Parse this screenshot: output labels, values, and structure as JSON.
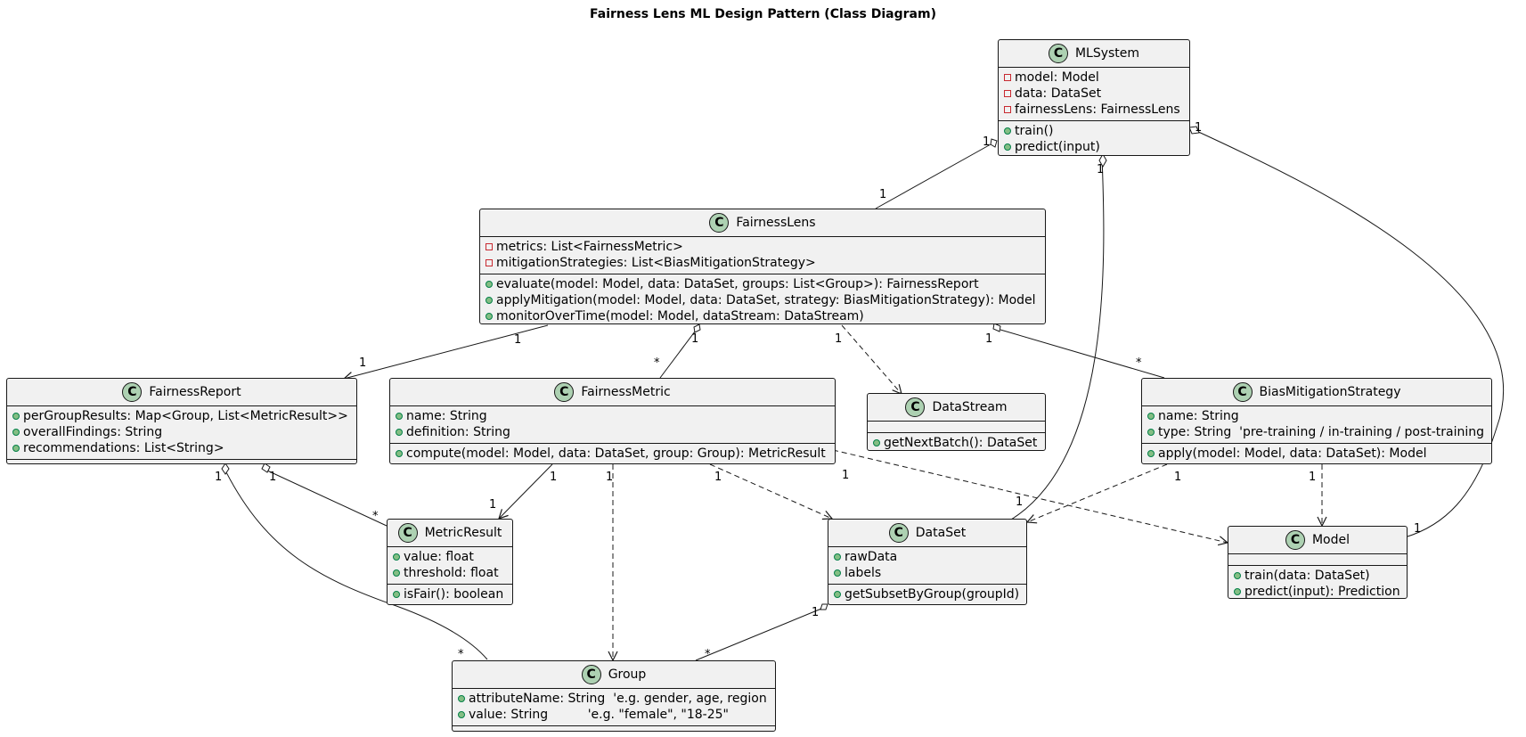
{
  "title": "Fairness Lens ML Design Pattern (Class Diagram)",
  "classes": {
    "mlsystem": {
      "name": "MLSystem",
      "attributes": [
        {
          "vis": "priv",
          "text": "model: Model"
        },
        {
          "vis": "priv",
          "text": "data: DataSet"
        },
        {
          "vis": "priv",
          "text": "fairnessLens: FairnessLens"
        }
      ],
      "methods": [
        {
          "vis": "pub",
          "text": "train()"
        },
        {
          "vis": "pub",
          "text": "predict(input)"
        }
      ]
    },
    "fairnesslens": {
      "name": "FairnessLens",
      "attributes": [
        {
          "vis": "priv",
          "text": "metrics: List<FairnessMetric>"
        },
        {
          "vis": "priv",
          "text": "mitigationStrategies: List<BiasMitigationStrategy>"
        }
      ],
      "methods": [
        {
          "vis": "pub",
          "text": "evaluate(model: Model, data: DataSet, groups: List<Group>): FairnessReport"
        },
        {
          "vis": "pub",
          "text": "applyMitigation(model: Model, data: DataSet, strategy: BiasMitigationStrategy): Model"
        },
        {
          "vis": "pub",
          "text": "monitorOverTime(model: Model, dataStream: DataStream)"
        }
      ]
    },
    "fairnessreport": {
      "name": "FairnessReport",
      "attributes": [
        {
          "vis": "pub",
          "text": "perGroupResults: Map<Group, List<MetricResult>>"
        },
        {
          "vis": "pub",
          "text": "overallFindings: String"
        },
        {
          "vis": "pub",
          "text": "recommendations: List<String>"
        }
      ],
      "methods": []
    },
    "fairnessmetric": {
      "name": "FairnessMetric",
      "attributes": [
        {
          "vis": "pub",
          "text": "name: String"
        },
        {
          "vis": "pub",
          "text": "definition: String"
        }
      ],
      "methods": [
        {
          "vis": "pub",
          "text": "compute(model: Model, data: DataSet, group: Group): MetricResult"
        }
      ]
    },
    "datastream": {
      "name": "DataStream",
      "attributes": [],
      "methods": [
        {
          "vis": "pub",
          "text": "getNextBatch(): DataSet"
        }
      ]
    },
    "biasmitigationstrategy": {
      "name": "BiasMitigationStrategy",
      "attributes": [
        {
          "vis": "pub",
          "text": "name: String"
        },
        {
          "vis": "pub",
          "text": "type: String  'pre-training / in-training / post-training"
        }
      ],
      "methods": [
        {
          "vis": "pub",
          "text": "apply(model: Model, data: DataSet): Model"
        }
      ]
    },
    "metricresult": {
      "name": "MetricResult",
      "attributes": [
        {
          "vis": "pub",
          "text": "value: float"
        },
        {
          "vis": "pub",
          "text": "threshold: float"
        }
      ],
      "methods": [
        {
          "vis": "pub",
          "text": "isFair(): boolean"
        }
      ]
    },
    "dataset": {
      "name": "DataSet",
      "attributes": [
        {
          "vis": "pub",
          "text": "rawData"
        },
        {
          "vis": "pub",
          "text": "labels"
        }
      ],
      "methods": [
        {
          "vis": "pub",
          "text": "getSubsetByGroup(groupId)"
        }
      ]
    },
    "model": {
      "name": "Model",
      "attributes": [],
      "methods": [
        {
          "vis": "pub",
          "text": "train(data: DataSet)"
        },
        {
          "vis": "pub",
          "text": "predict(input): Prediction"
        }
      ]
    },
    "group": {
      "name": "Group",
      "attributes": [
        {
          "vis": "pub",
          "text": "attributeName: String  'e.g. gender, age, region"
        },
        {
          "vis": "pub",
          "text": "value: String          'e.g. \"female\", \"18-25\""
        }
      ],
      "methods": []
    }
  },
  "relations": [
    {
      "from": "mlsystem",
      "to": "fairnesslens",
      "kind": "aggregation",
      "from_mult": "1",
      "to_mult": "1"
    },
    {
      "from": "mlsystem",
      "to": "dataset",
      "kind": "aggregation",
      "from_mult": "1",
      "to_mult": "1"
    },
    {
      "from": "mlsystem",
      "to": "model",
      "kind": "aggregation",
      "from_mult": "1",
      "to_mult": "1"
    },
    {
      "from": "fairnesslens",
      "to": "fairnessreport",
      "kind": "association",
      "from_mult": "1",
      "to_mult": "1"
    },
    {
      "from": "fairnesslens",
      "to": "fairnessmetric",
      "kind": "aggregation",
      "from_mult": "1",
      "to_mult": "*"
    },
    {
      "from": "fairnesslens",
      "to": "datastream",
      "kind": "dependency",
      "from_mult": "1",
      "to_mult": ""
    },
    {
      "from": "fairnesslens",
      "to": "biasmitigationstrategy",
      "kind": "aggregation",
      "from_mult": "1",
      "to_mult": "*"
    },
    {
      "from": "fairnessreport",
      "to": "metricresult",
      "kind": "aggregation",
      "from_mult": "1",
      "to_mult": "*"
    },
    {
      "from": "fairnessreport",
      "to": "group",
      "kind": "aggregation",
      "from_mult": "1",
      "to_mult": "*"
    },
    {
      "from": "fairnessmetric",
      "to": "metricresult",
      "kind": "association",
      "from_mult": "1",
      "to_mult": "1"
    },
    {
      "from": "fairnessmetric",
      "to": "group",
      "kind": "dependency",
      "from_mult": "1",
      "to_mult": ""
    },
    {
      "from": "fairnessmetric",
      "to": "dataset",
      "kind": "dependency",
      "from_mult": "1",
      "to_mult": ""
    },
    {
      "from": "fairnessmetric",
      "to": "model",
      "kind": "dependency",
      "from_mult": "1",
      "to_mult": ""
    },
    {
      "from": "biasmitigationstrategy",
      "to": "dataset",
      "kind": "dependency",
      "from_mult": "1",
      "to_mult": ""
    },
    {
      "from": "biasmitigationstrategy",
      "to": "model",
      "kind": "dependency",
      "from_mult": "1",
      "to_mult": ""
    },
    {
      "from": "dataset",
      "to": "group",
      "kind": "aggregation",
      "from_mult": "1",
      "to_mult": "*"
    }
  ],
  "colors": {
    "class_fill": "#f1f1f1",
    "class_icon": "#add1b2",
    "line": "#181818"
  }
}
